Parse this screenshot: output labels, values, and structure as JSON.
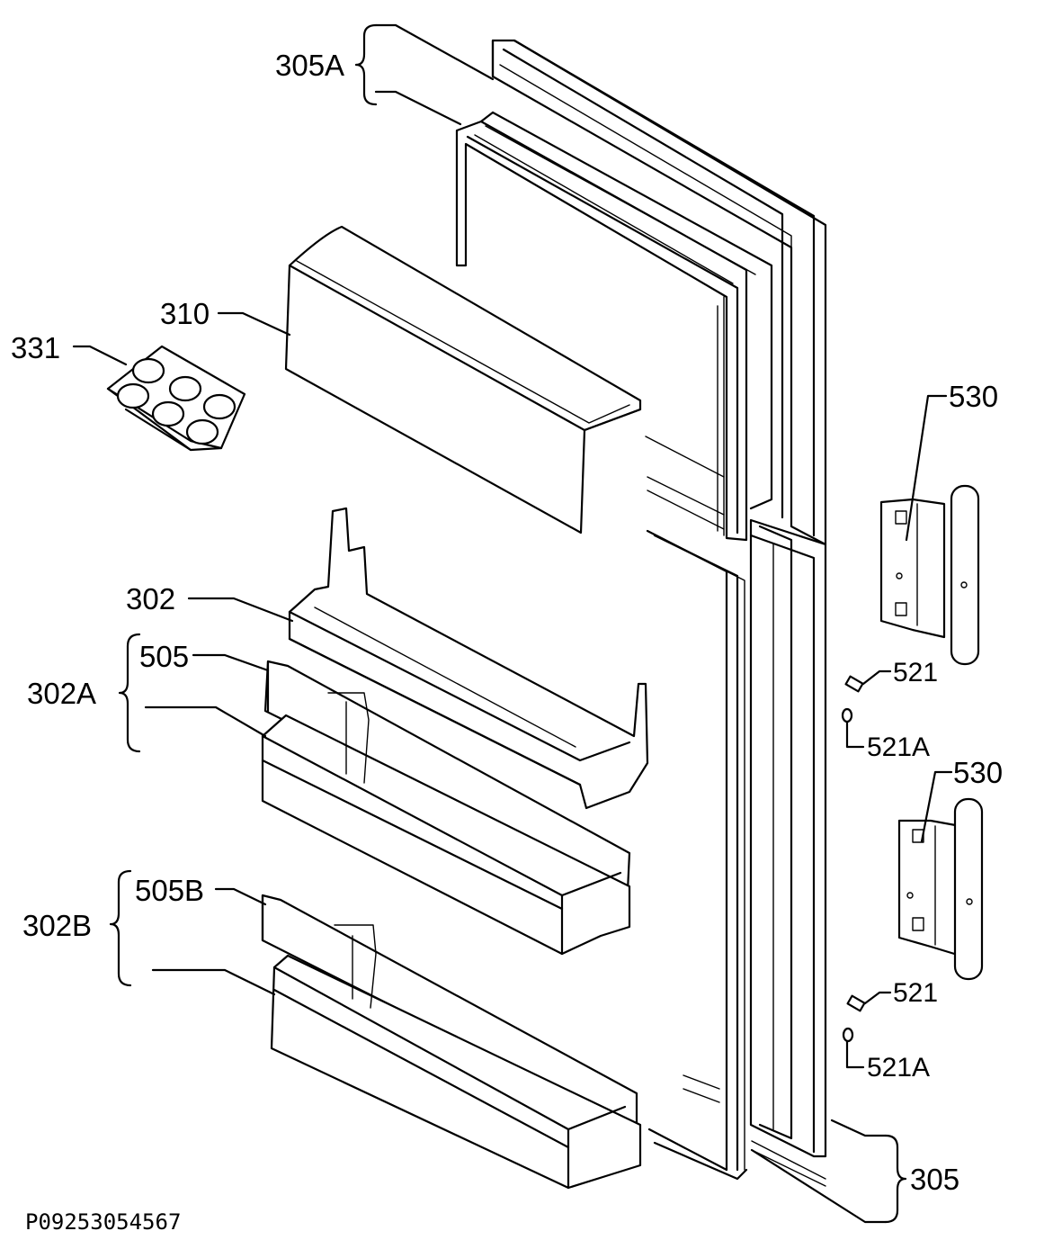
{
  "callouts": {
    "door_upper": "305A",
    "door_lower": "305",
    "shelf_cover": "310",
    "egg_tray": "331",
    "door_bin_top": "302",
    "bin_assembly_a": "302A",
    "bin_front_a": "505",
    "bin_assembly_b": "302B",
    "bin_front_b": "505B",
    "handle_upper": "530",
    "handle_lower": "530",
    "screw_upper": "521",
    "cap_upper": "521A",
    "screw_lower": "521",
    "cap_lower": "521A"
  },
  "drawing_ref": "P09253054567"
}
